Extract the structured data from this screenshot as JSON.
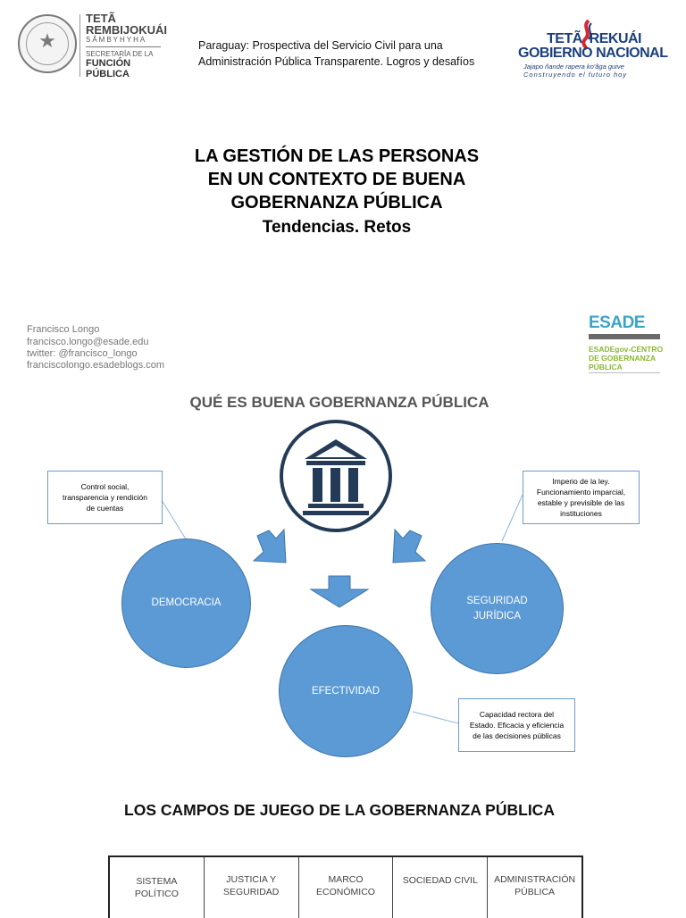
{
  "header": {
    "org_left": {
      "line1": "TETÃ",
      "line2": "REMBIJOKUÁI",
      "line3": "SÃMBYHYHA",
      "line4": "SECRETARÍA DE LA",
      "line5": "FUNCIÓN",
      "line6": "PÚBLICA"
    },
    "title_line1": "Paraguay: Prospectiva del Servicio Civil para una",
    "title_line2": "Administración Pública Transparente. Logros y desafíos",
    "org_right": {
      "line1": "TETÃ  REKUÁI",
      "line2": "GOBIERNO NACIONAL",
      "line3": "Jajapo ñande rapera ko'ãga guive",
      "line4": "Construyendo el futuro hoy"
    }
  },
  "title": {
    "line1": "LA GESTIÓN DE LAS PERSONAS",
    "line2": "EN UN CONTEXTO DE BUENA",
    "line3": "GOBERNANZA PÚBLICA",
    "subtitle": "Tendencias. Retos"
  },
  "author": {
    "name": "Francisco Longo",
    "email": "francisco.longo@esade.edu",
    "twitter": "twitter: @francisco_longo",
    "blog": "franciscolongo.esadeblogs.com"
  },
  "esade": {
    "logo": "ESADE",
    "line1": "ESADEgov-CENTRO",
    "line2": "DE GOBERNANZA",
    "line3": "PÚBLICA"
  },
  "diagram": {
    "title": "QUÉ ES BUENA GOBERNANZA PÚBLICA",
    "circle_democracia": "DEMOCRACIA",
    "circle_efectividad": "EFECTIVIDAD",
    "circle_seguridad_1": "SEGURIDAD",
    "circle_seguridad_2": "JURÍDICA",
    "callout_democracia_1": "Control social,",
    "callout_democracia_2": "transparencia y rendición",
    "callout_democracia_3": "de cuentas",
    "callout_seguridad_1": "Imperio de la ley.",
    "callout_seguridad_2": "Funcionamiento imparcial,",
    "callout_seguridad_3": "estable y previsible de las",
    "callout_seguridad_4": "instituciones",
    "callout_efectividad_1": "Capacidad rectora del",
    "callout_efectividad_2": "Estado. Eficacia y eficiencia",
    "callout_efectividad_3": "de las decisiones públicas",
    "colors": {
      "circle": "#5b9ad5",
      "arrow": "#5b9ad5",
      "building": "#243b57"
    },
    "icons": [
      "government-building-icon",
      "arrow-down-icon"
    ]
  },
  "fields": {
    "title": "LOS CAMPOS DE JUEGO DE LA GOBERNANZA PÚBLICA",
    "items": [
      {
        "l1": "SISTEMA",
        "l2": "POLÍTICO"
      },
      {
        "l1": "JUSTICIA Y",
        "l2": "SEGURIDAD"
      },
      {
        "l1": "MARCO",
        "l2": "ECONÓMICO"
      },
      {
        "l1": "SOCIEDAD CIVIL",
        "l2": ""
      },
      {
        "l1": "ADMINISTRACIÓN",
        "l2": "PÚBLICA"
      }
    ]
  }
}
